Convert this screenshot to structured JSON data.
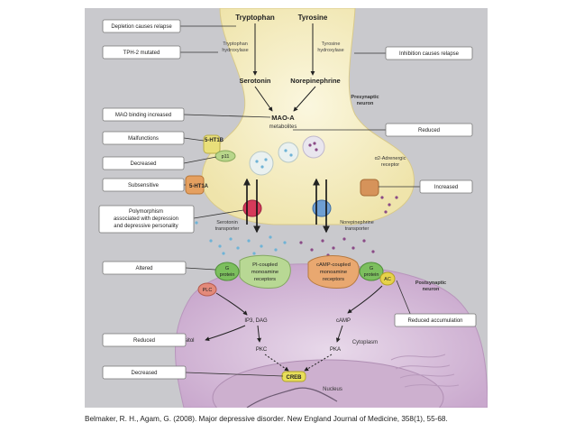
{
  "figure": {
    "precursors": {
      "tryptophan": "Tryptophan",
      "tyrosine": "Tyrosine"
    },
    "enzymes": {
      "tph_line1": "Tryptophan",
      "tph_line2": "hydroxylase",
      "th_line1": "Tyrosine",
      "th_line2": "hydroxylase"
    },
    "neurotransmitters": {
      "serotonin": "Serotonin",
      "norepinephrine": "Norepinephrine"
    },
    "presynaptic_line1": "Presynaptic",
    "presynaptic_line2": "neuron",
    "mao": {
      "name": "MAO-A",
      "metabolites": "metabolites"
    },
    "receptors": {
      "ht1b": "5-HT1B",
      "p11": "p11",
      "ht1a": "5-HT1A",
      "alpha2_line1": "α2-Adrenergic",
      "alpha2_line2": "receptor"
    },
    "transporters": {
      "sert_line1": "Serotonin",
      "sert_line2": "transporter",
      "net_line1": "Norepinephrine",
      "net_line2": "transporter"
    },
    "gproteins": {
      "left_line1": "G",
      "left_line2": "protein",
      "right_line1": "G",
      "right_line2": "protein"
    },
    "receptor_groups": {
      "pi_line1": "PI-coupled",
      "pi_line2": "monoamine",
      "pi_line3": "receptors",
      "camp_line1": "cAMP-coupled",
      "camp_line2": "monoamine",
      "camp_line3": "receptors"
    },
    "enzymes2": {
      "plc": "PLC",
      "ac": "AC"
    },
    "postsynaptic_line1": "Postsynaptic",
    "postsynaptic_line2": "neuron",
    "signaling": {
      "ip3dag": "IP3, DAG",
      "camp": "cAMP",
      "inositol": "Inositol",
      "pkc": "PKC",
      "pka": "PKA",
      "cytoplasm": "Cytoplasm",
      "creb": "CREB",
      "nucleus": "Nucleus"
    },
    "left_labels": [
      "Depletion causes relapse",
      "TPH-2 mutated",
      "MAO binding increased",
      "Malfunctions",
      "Decreased",
      "Subsensitive",
      "Polymorphism",
      "associated with depression",
      "and depressive personality",
      "Altered",
      "Reduced",
      "Decreased"
    ],
    "right_labels": [
      "Inhibition causes relapse",
      "Reduced",
      "Increased",
      "Reduced accumulation"
    ]
  },
  "caption": "Belmaker, R. H., Agam, G. (2008). Major depressive disorder. New England Journal of Medicine, 358(1), 55-68.",
  "colors": {
    "background": "#c9c9cd",
    "presynaptic": "#f6efc8",
    "postsynaptic": "#dcc6de",
    "label_box": "#ffffff",
    "serotonin_dot": "#6fb3d6",
    "norepinephrine_dot": "#8a4a86"
  }
}
